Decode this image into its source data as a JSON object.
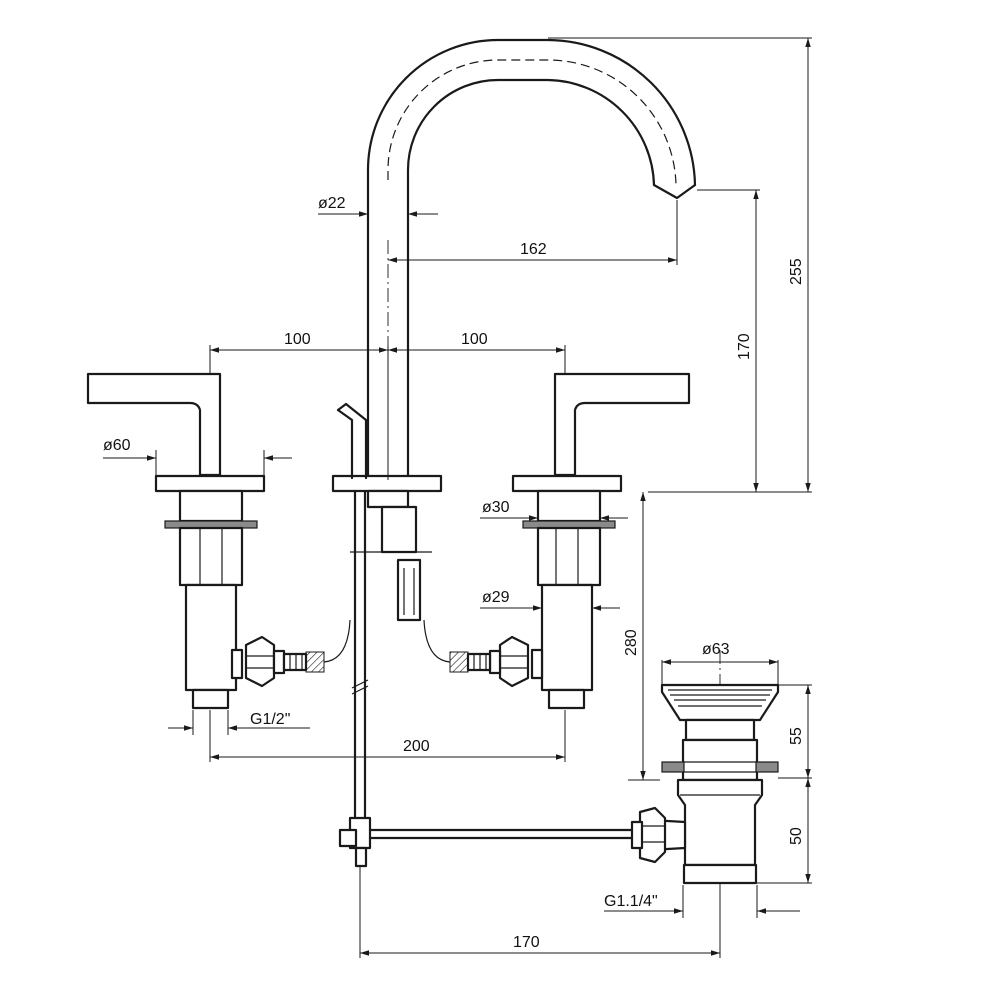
{
  "drawing": {
    "dimensions": {
      "spout_diameter": "ø22",
      "spout_reach": "162",
      "total_height": "255",
      "spout_height": "170",
      "left_spacing": "100",
      "right_spacing": "100",
      "handle_diameter": "ø60",
      "flange_diameter": "ø30",
      "body_diameter": "ø29",
      "body_length": "280",
      "drain_diameter": "ø63",
      "drain_upper": "55",
      "drain_lower": "50",
      "inlet_thread": "G1/2\"",
      "valve_spacing": "200",
      "drain_thread": "G1.1/4\"",
      "rod_distance": "170"
    }
  }
}
